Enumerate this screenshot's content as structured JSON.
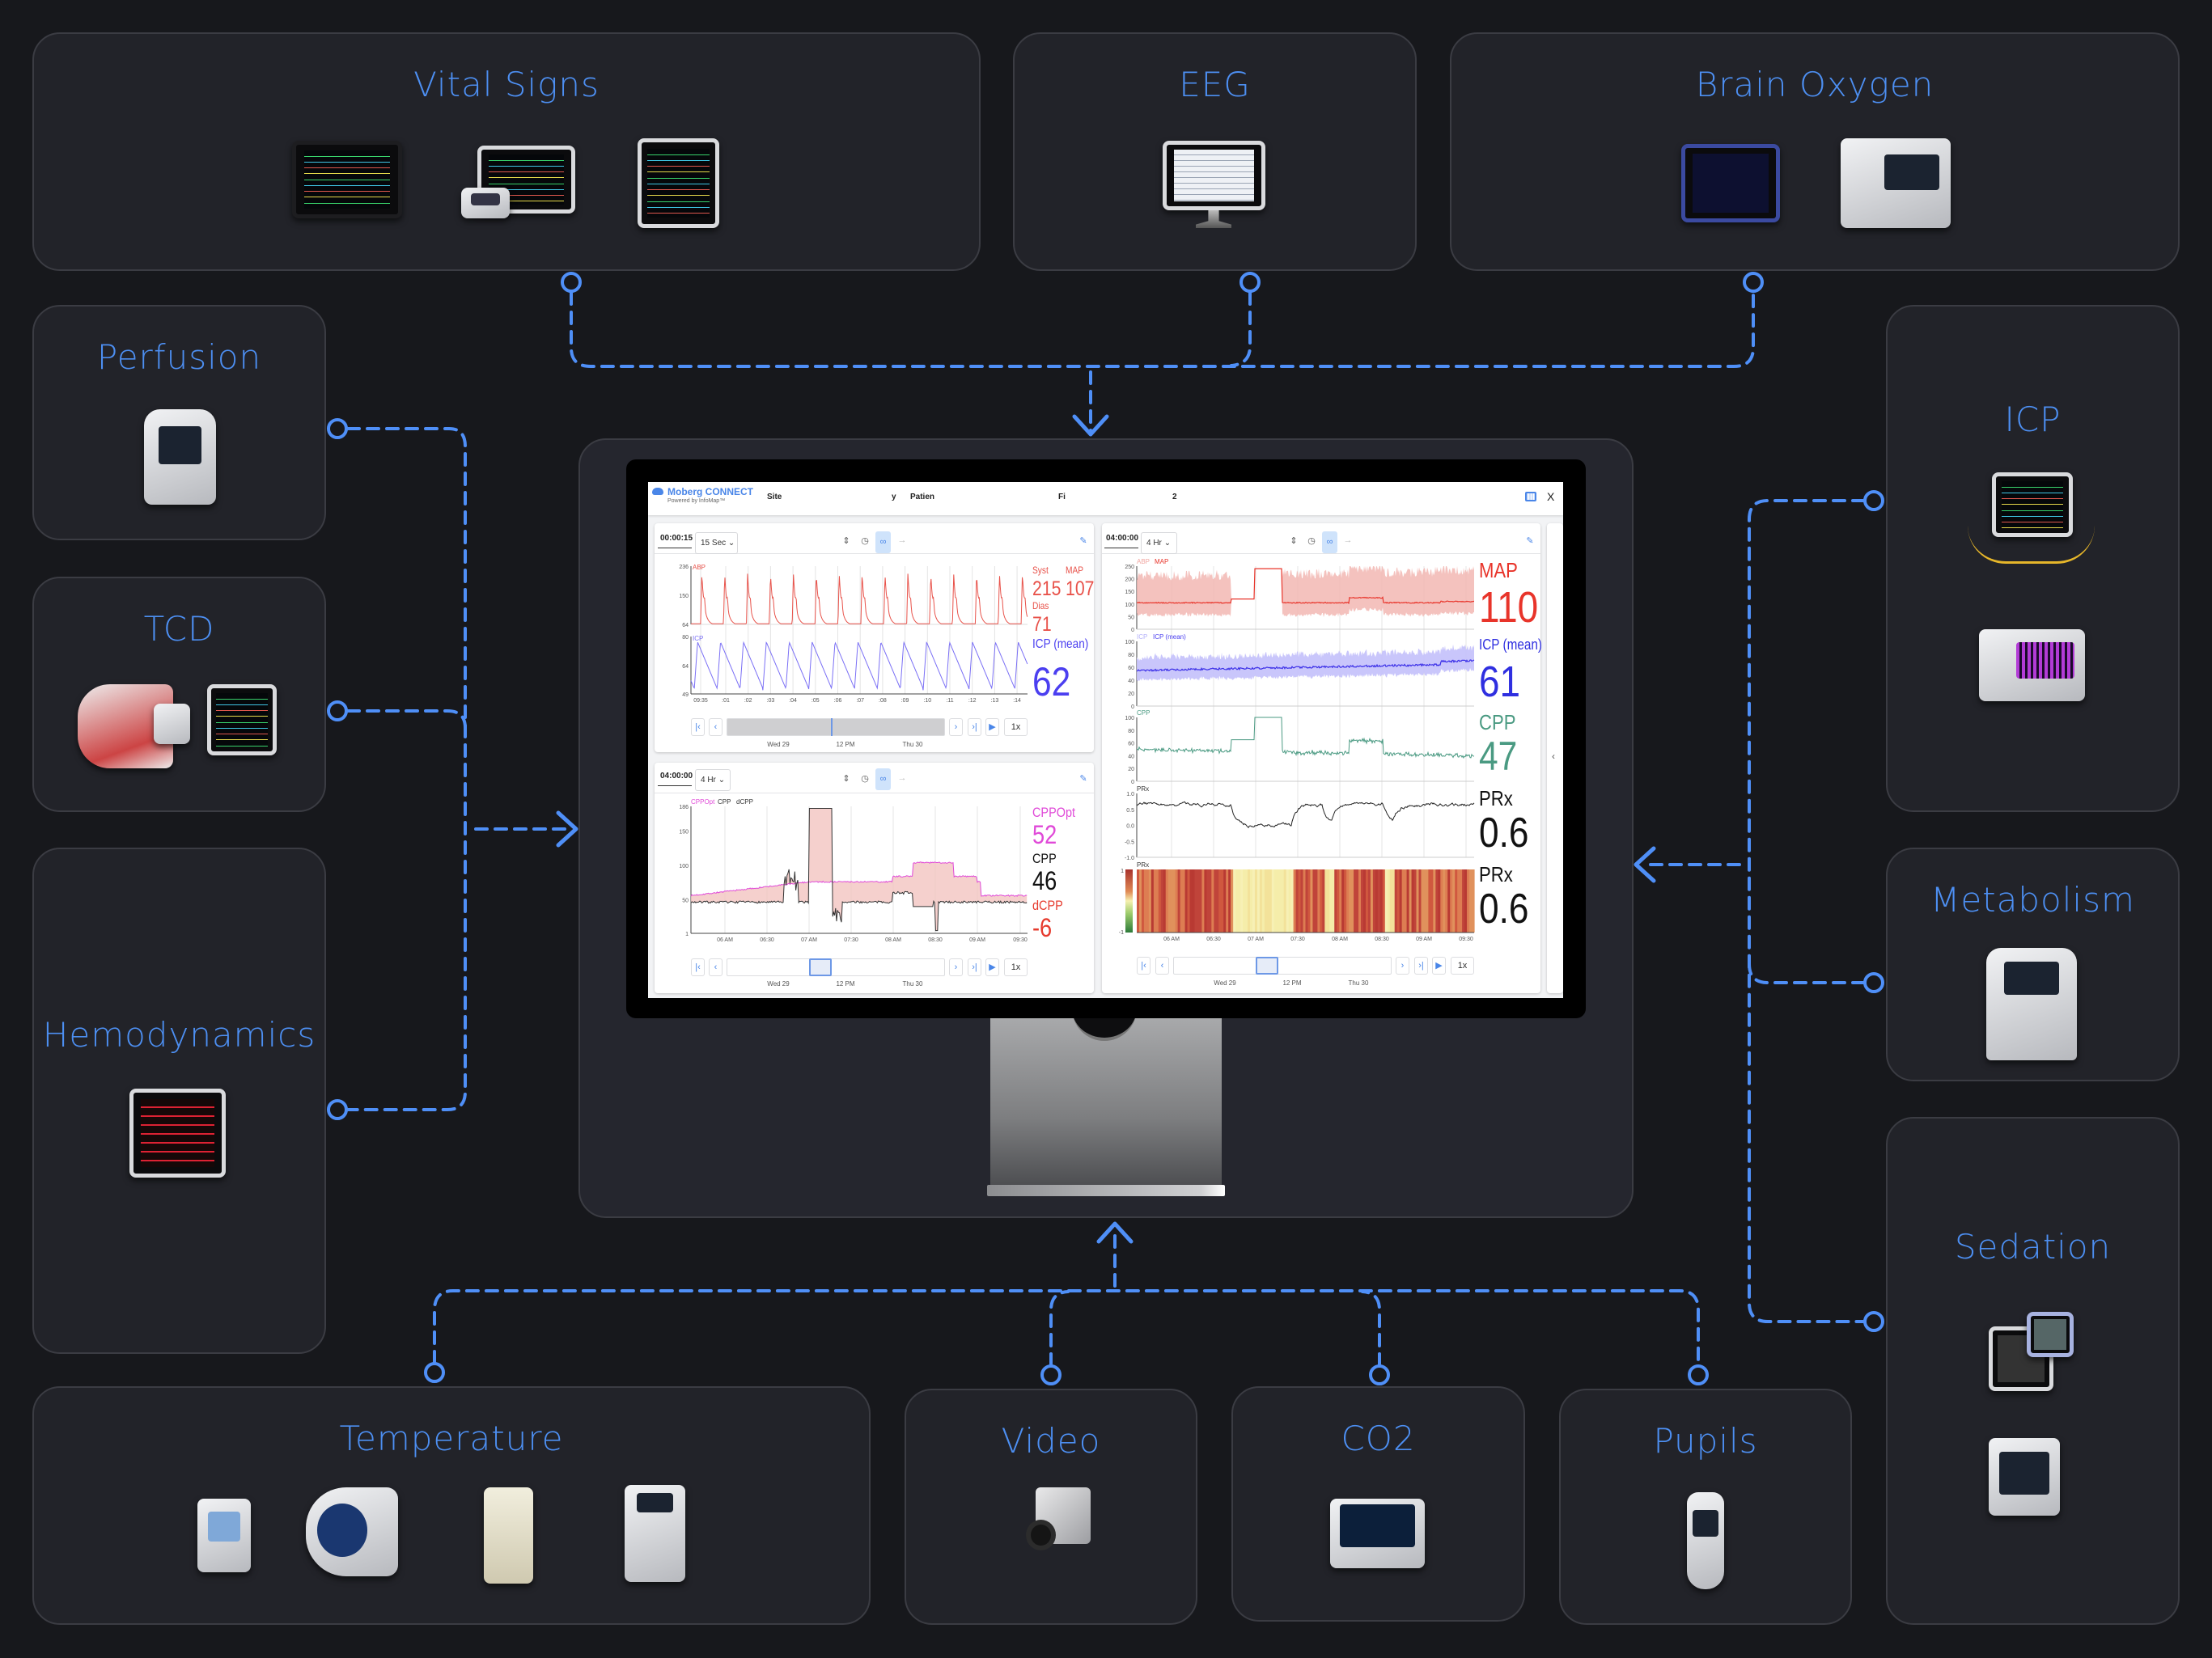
{
  "categories": {
    "vital_signs": "Vital Signs",
    "eeg": "EEG",
    "brain_oxygen": "Brain Oxygen",
    "perfusion": "Perfusion",
    "tcd": "TCD",
    "hemodynamics": "Hemodynamics",
    "icp": "ICP",
    "metabolism": "Metabolism",
    "sedation": "Sedation",
    "temperature": "Temperature",
    "video": "Video",
    "co2": "CO2",
    "pupils": "Pupils"
  },
  "colors": {
    "accent": "#4d8ff2",
    "abp": "#e8524a",
    "icp": "#4b3ff0",
    "cpp": "#4a9a82",
    "cppopt": "#e04ad8",
    "dcpp": "#e63b2e"
  },
  "app": {
    "brand": "Moberg CONNECT",
    "powered": "Powered by InfoMap™",
    "site": "Site",
    "y": "y",
    "patient": "Patien",
    "fi": "Fi",
    "num": "2",
    "keyboard_icon": "keyboard-icon",
    "close": "X"
  },
  "waveforms": {
    "duration": "00:00:15",
    "range": "15 Sec",
    "abp_label": "ABP",
    "icp_label": "ICP",
    "abp_ticks": [
      "236",
      "150",
      "64"
    ],
    "icp_ticks": [
      "80",
      "64",
      "49"
    ],
    "time_ticks": [
      "09:35",
      ":01",
      ":02",
      ":03",
      ":04",
      ":05",
      ":06",
      ":07",
      ":08",
      ":09",
      ":10",
      ":11",
      ":12",
      ":13",
      ":14"
    ],
    "syst_label": "Syst",
    "syst": "215",
    "map_label": "MAP",
    "map": "107",
    "dias_label": "Dias",
    "dias": "71",
    "icp_mean_label": "ICP (mean)",
    "icp_mean": "62",
    "speed": "1x",
    "dates": [
      "Wed 29",
      "12 PM",
      "Thu 30"
    ]
  },
  "cppopt": {
    "duration": "04:00:00",
    "range": "4 Hr",
    "legend": [
      "CPPOpt",
      "CPP",
      "dCPP"
    ],
    "y_ticks": [
      "186",
      "150",
      "100",
      "50",
      "1"
    ],
    "time_ticks": [
      "06 AM",
      "06:30",
      "07 AM",
      "07:30",
      "08 AM",
      "08:30",
      "09 AM",
      "09:30"
    ],
    "cppopt_label": "CPPOpt",
    "cppopt": "52",
    "cpp_label": "CPP",
    "cpp": "46",
    "dcpp_label": "dCPP",
    "dcpp": "-6",
    "speed": "1x",
    "dates": [
      "Wed 29",
      "12 PM",
      "Thu 30"
    ]
  },
  "trends": {
    "duration": "04:00:00",
    "range": "4 Hr",
    "map_legend": [
      "ABP",
      "MAP"
    ],
    "map_ticks": [
      "250",
      "200",
      "150",
      "100",
      "50",
      "0"
    ],
    "icp_legend": [
      "ICP",
      "ICP (mean)"
    ],
    "icp_ticks": [
      "100",
      "80",
      "60",
      "40",
      "20",
      "0"
    ],
    "cpp_legend": "CPP",
    "cpp_ticks": [
      "100",
      "80",
      "60",
      "40",
      "20",
      "0"
    ],
    "prx_legend": "PRx",
    "prx_ticks": [
      "1.0",
      "0.5",
      "0.0",
      "-0.5",
      "-1.0"
    ],
    "heat_legend": "PRx",
    "heat_ticks": [
      "1",
      "-1"
    ],
    "time_ticks": [
      "06 AM",
      "06:30",
      "07 AM",
      "07:30",
      "08 AM",
      "08:30",
      "09 AM",
      "09:30"
    ],
    "map_label": "MAP",
    "map": "110",
    "icp_label": "ICP (mean)",
    "icp": "61",
    "cpp_label": "CPP",
    "cpp": "47",
    "prx_label": "PRx",
    "prx": "0.6",
    "prx2_label": "PRx",
    "prx2": "0.6",
    "speed": "1x",
    "dates": [
      "Wed 29",
      "12 PM",
      "Thu 30"
    ]
  }
}
